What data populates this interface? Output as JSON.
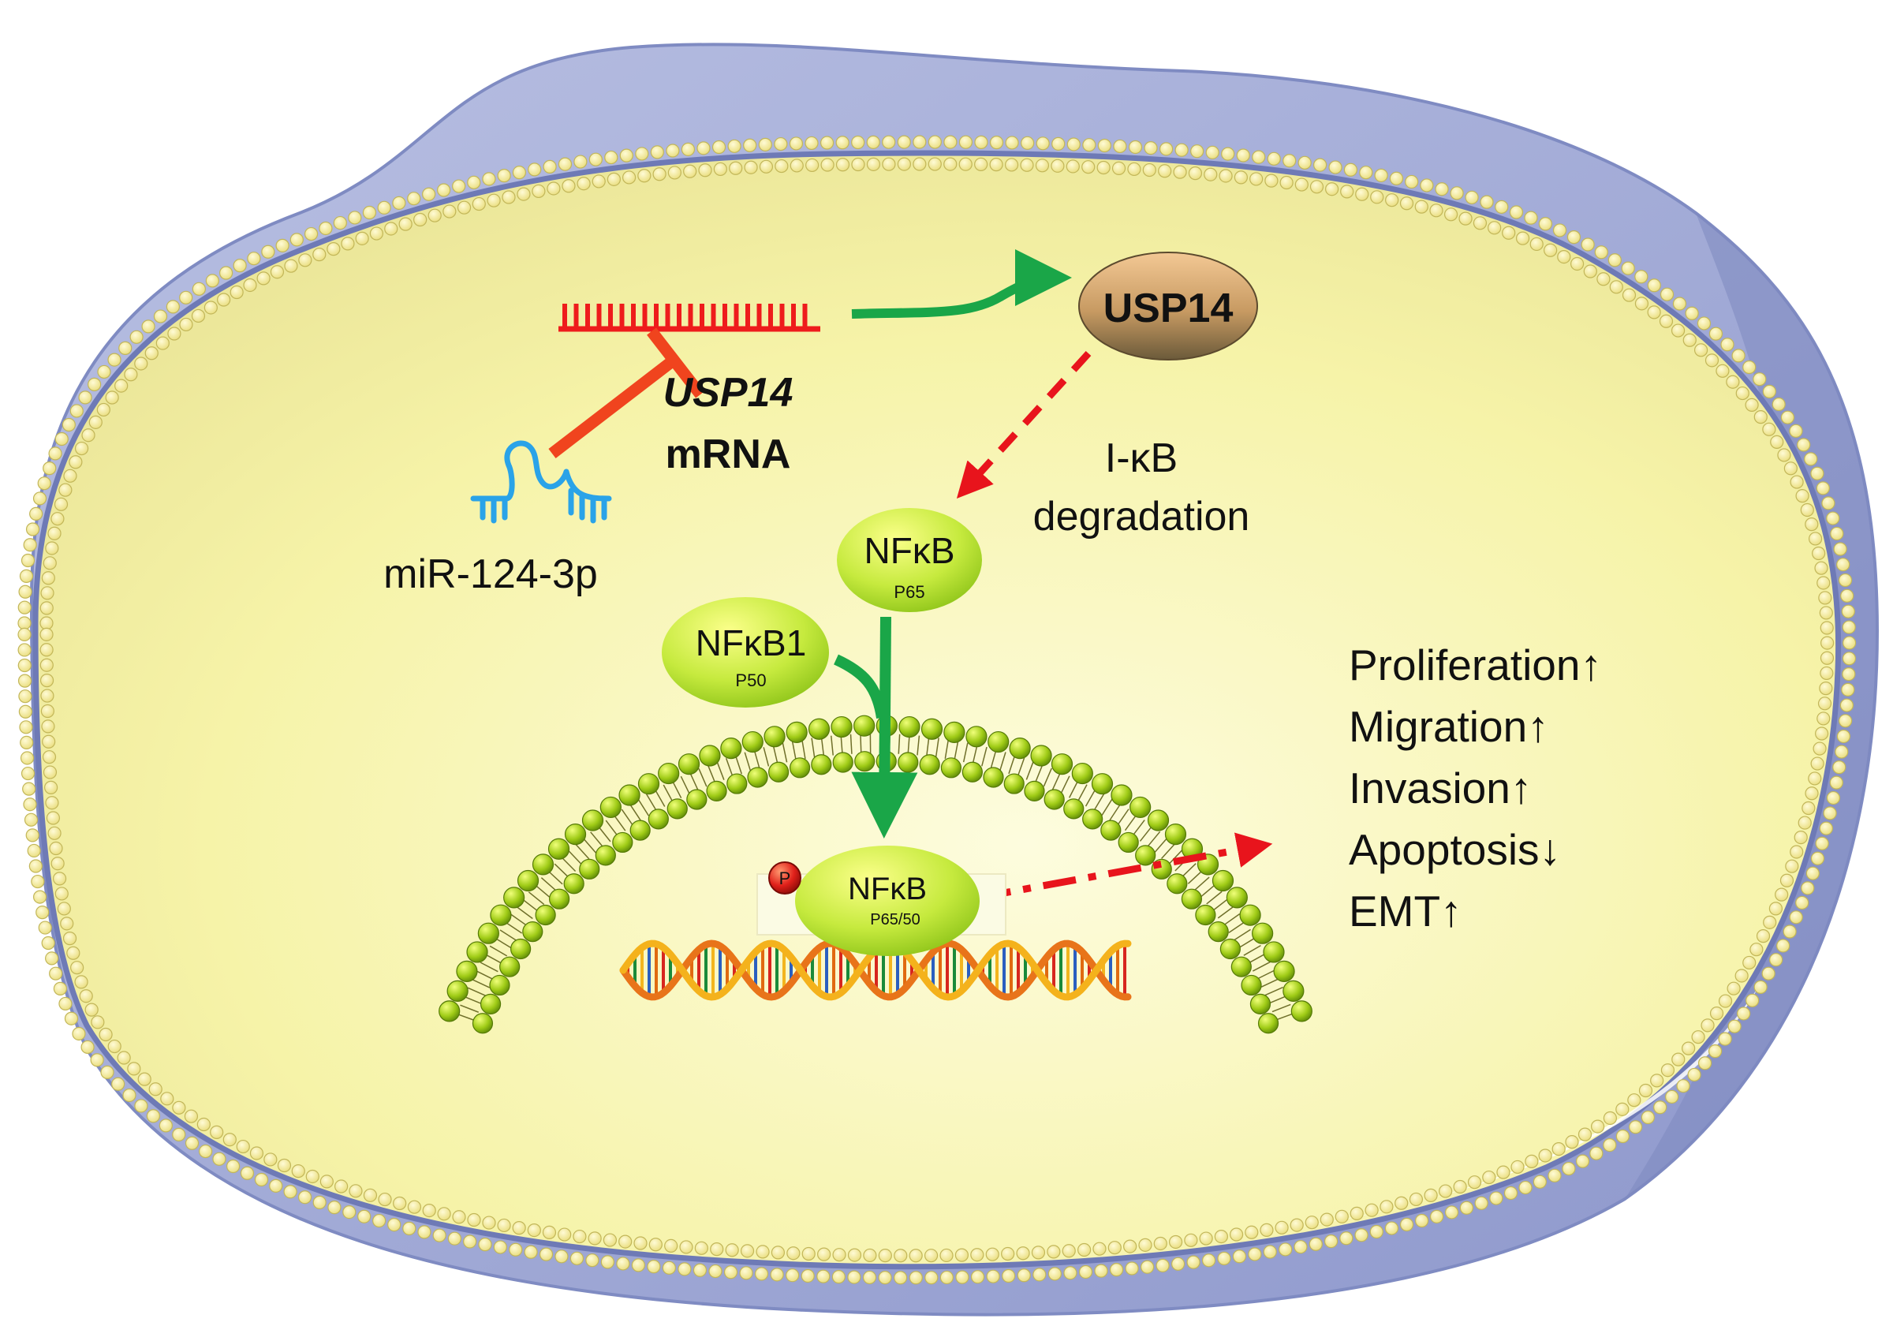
{
  "labels": {
    "usp14_protein": "USP14",
    "usp14_gene": "USP14",
    "mrna": "mRNA",
    "mirna": "miR-124-3p",
    "ikb_line1": "I-κB",
    "ikb_line2": "degradation",
    "nfkb_p65_name": "NFκB",
    "nfkb_p65_sub": "P65",
    "nfkb1_name": "NFκB1",
    "nfkb1_sub": "P50",
    "nfkb_complex_name": "NFκB",
    "nfkb_complex_sub": "P65/50",
    "phospho": "P"
  },
  "outcomes": [
    "Proliferation↑",
    "Migration↑",
    "Invasion↑",
    "Apoptosis↓",
    "EMT↑"
  ],
  "colors": {
    "cell_outer": "#9aa4d2",
    "cell_outer_dark": "#7f8bc2",
    "cytoplasm": "#f6f3a8",
    "membrane_bead": "#f3ec9a",
    "membrane_line": "#6e7ab6",
    "nuclear_bead": "#a8cf1e",
    "mrna": "#ee1c1c",
    "mirna": "#2aa3e8",
    "inhibit": "#f0441e",
    "activate_arrow": "#1aa648",
    "dashed_arrow": "#e8141c",
    "nfkb_ball": "#c6e84a",
    "usp14_ball_top": "#f2c48e",
    "usp14_ball_bottom": "#6b5a3a",
    "phospho_ball": "#e0201a"
  }
}
